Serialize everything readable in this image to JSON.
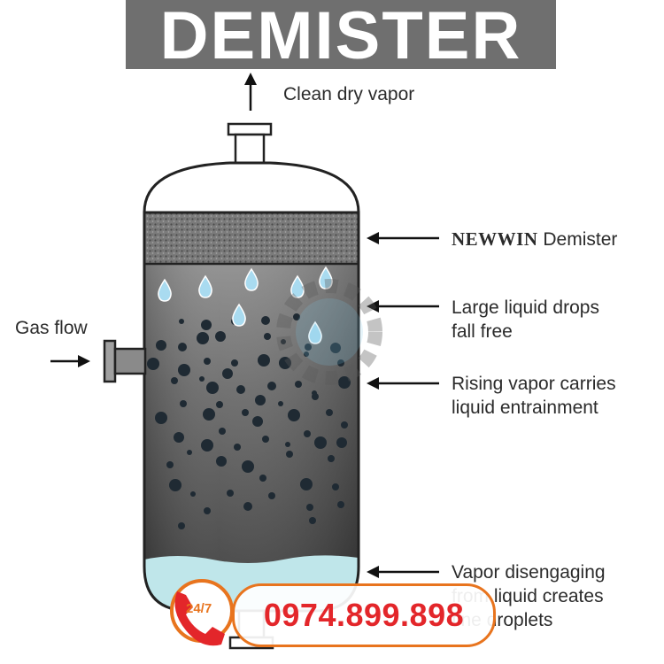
{
  "title": "DEMISTER",
  "labels": {
    "clean_vapor": "Clean dry vapor",
    "gas_flow": "Gas flow",
    "brand": "NEWWIN",
    "demister": "Demister",
    "large_drops_1": "Large liquid drops",
    "large_drops_2": "fall free",
    "rising_1": "Rising vapor carries",
    "rising_2": "liquid entrainment",
    "disengaging_1": "Vapor disengaging",
    "disengaging_2": "from liquid creates",
    "disengaging_3": "fine droplets"
  },
  "contact": {
    "hours": "24/7",
    "phone": "0974.899.898"
  },
  "colors": {
    "title_bg": "#6f6f6f",
    "phone_text": "#e3262a",
    "accent_orange": "#e8741e",
    "liquid": "#bfe6ea",
    "droplet": "#1f2a33"
  },
  "icons": [
    "phone-icon",
    "clock-icon",
    "gear-watermark-icon"
  ]
}
